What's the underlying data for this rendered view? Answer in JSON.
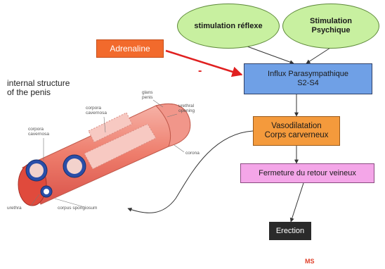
{
  "flowchart": {
    "stimulation_reflexe": "stimulation réflexe",
    "stimulation_psychique": "Stimulation Psychique",
    "adrenaline": "Adrenaline",
    "inhibition_sign": "-",
    "influx_line1": "Influx Parasympathique",
    "influx_line2": "S2-S4",
    "vasodilatation_line1": "Vasodilatation",
    "vasodilatation_line2": "Corps carverneux",
    "fermeture": "Fermeture du retour veineux",
    "erection": "Erection"
  },
  "anatomy": {
    "title_line1": "internal structure",
    "title_line2": "of the penis",
    "labels": {
      "corpora_cavernosa_left": "corpora cavernosa",
      "corpora_cavernosa_top": "corpora cavernosa",
      "glans_penis": "glans penis",
      "urethral_opening": "urethral opening",
      "corona": "corona",
      "urethra": "urethra",
      "corpus_spongiosum": "corpus spongiosum"
    }
  },
  "watermark": "MS",
  "colors": {
    "ellipse_fill": "#c8f0a0",
    "adrenaline_fill": "#f26a2c",
    "influx_fill": "#6fa0e6",
    "vasodilatation_fill": "#f49a3c",
    "fermeture_fill": "#f4a6e8",
    "erection_fill": "#2a2a2a",
    "inhibition_arrow": "#e02020"
  }
}
